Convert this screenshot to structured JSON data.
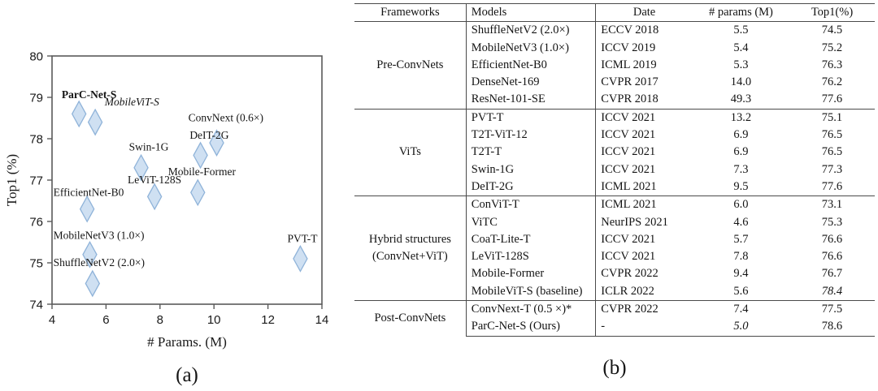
{
  "figure": {
    "panel_a_caption": "(a)",
    "panel_b_caption": "(b)"
  },
  "chart_data": {
    "type": "scatter",
    "title": "",
    "xlabel": "# Params. (M)",
    "ylabel": "Top1 (%)",
    "xlim": [
      4,
      14
    ],
    "ylim": [
      74,
      80
    ],
    "xticks": [
      "4",
      "6",
      "8",
      "10",
      "12",
      "14"
    ],
    "yticks": [
      "74",
      "75",
      "76",
      "77",
      "78",
      "79",
      "80"
    ],
    "grid": false,
    "legend": "none",
    "marker_shape": "diamond",
    "marker_fill": "#cfe0f2",
    "marker_stroke": "#8fb3d9",
    "points": [
      {
        "label": "ParC-Net-S",
        "x": 5.0,
        "y": 78.6,
        "style": "bold",
        "lx": 5.02,
        "ly": 78.98,
        "anchor": "start",
        "ldx": -22
      },
      {
        "label": "MobileViT-S",
        "x": 5.6,
        "y": 78.4,
        "style": "italic",
        "lx": 5.95,
        "ly": 78.8,
        "anchor": "start",
        "ldx": 0
      },
      {
        "label": "ConvNext (0.6×)",
        "x": 10.1,
        "y": 77.9,
        "style": "normal",
        "lx": 9.05,
        "ly": 78.42,
        "anchor": "start",
        "ldx": 0
      },
      {
        "label": "DeIT-2G",
        "x": 9.5,
        "y": 77.6,
        "style": "normal",
        "lx": 9.1,
        "ly": 78.0,
        "anchor": "start",
        "ldx": 0
      },
      {
        "label": "Swin-1G",
        "x": 7.3,
        "y": 77.3,
        "style": "normal",
        "lx": 6.85,
        "ly": 77.72,
        "anchor": "start",
        "ldx": 0
      },
      {
        "label": "Mobile-Former",
        "x": 9.4,
        "y": 76.7,
        "style": "normal",
        "lx": 8.3,
        "ly": 77.12,
        "anchor": "start",
        "ldx": 0
      },
      {
        "label": "LeViT-128S",
        "x": 7.8,
        "y": 76.6,
        "style": "normal",
        "lx": 6.8,
        "ly": 76.92,
        "anchor": "start",
        "ldx": 0
      },
      {
        "label": "EfficientNet-B0",
        "x": 5.3,
        "y": 76.3,
        "style": "normal",
        "lx": 4.05,
        "ly": 76.62,
        "anchor": "start",
        "ldx": 0
      },
      {
        "label": "PVT-T",
        "x": 13.2,
        "y": 75.1,
        "style": "normal",
        "lx": 12.72,
        "ly": 75.5,
        "anchor": "start",
        "ldx": 0
      },
      {
        "label": "MobileNetV3 (1.0×)",
        "x": 5.4,
        "y": 75.2,
        "style": "normal",
        "lx": 4.05,
        "ly": 75.58,
        "anchor": "start",
        "ldx": 0
      },
      {
        "label": "ShuffleNetV2 (2.0×)",
        "x": 5.5,
        "y": 74.5,
        "style": "normal",
        "lx": 4.05,
        "ly": 74.92,
        "anchor": "start",
        "ldx": 0
      }
    ]
  },
  "table": {
    "headers": {
      "frameworks": "Frameworks",
      "models": "Models",
      "date": "Date",
      "params": "# params (M)",
      "top1": "Top1(%)"
    },
    "groups": [
      {
        "name": "Pre-ConvNets",
        "name_line2": "",
        "rows": [
          {
            "model": "ShuffleNetV2 (2.0×)",
            "date": "ECCV 2018",
            "params": "5.5",
            "top1": "74.5",
            "params_style": "normal",
            "top1_style": "normal"
          },
          {
            "model": "MobileNetV3 (1.0×)",
            "date": "ICCV 2019",
            "params": "5.4",
            "top1": "75.2",
            "params_style": "normal",
            "top1_style": "normal"
          },
          {
            "model": "EfficientNet-B0",
            "date": "ICML 2019",
            "params": "5.3",
            "top1": "76.3",
            "params_style": "normal",
            "top1_style": "normal"
          },
          {
            "model": "DenseNet-169",
            "date": "CVPR 2017",
            "params": "14.0",
            "top1": "76.2",
            "params_style": "normal",
            "top1_style": "normal"
          },
          {
            "model": "ResNet-101-SE",
            "date": "CVPR 2018",
            "params": "49.3",
            "top1": "77.6",
            "params_style": "normal",
            "top1_style": "normal"
          }
        ]
      },
      {
        "name": "ViTs",
        "name_line2": "",
        "rows": [
          {
            "model": "PVT-T",
            "date": "ICCV 2021",
            "params": "13.2",
            "top1": "75.1",
            "params_style": "normal",
            "top1_style": "normal"
          },
          {
            "model": "T2T-ViT-12",
            "date": "ICCV 2021",
            "params": "6.9",
            "top1": "76.5",
            "params_style": "normal",
            "top1_style": "normal"
          },
          {
            "model": "T2T-T",
            "date": "ICCV 2021",
            "params": "6.9",
            "top1": "76.5",
            "params_style": "normal",
            "top1_style": "normal"
          },
          {
            "model": "Swin-1G",
            "date": "ICCV 2021",
            "params": "7.3",
            "top1": "77.3",
            "params_style": "normal",
            "top1_style": "normal"
          },
          {
            "model": "DeIT-2G",
            "date": "ICML 2021",
            "params": "9.5",
            "top1": "77.6",
            "params_style": "normal",
            "top1_style": "normal"
          }
        ]
      },
      {
        "name": "Hybrid structures",
        "name_line2": "(ConvNet+ViT)",
        "rows": [
          {
            "model": "ConViT-T",
            "date": "ICML 2021",
            "params": "6.0",
            "top1": "73.1",
            "params_style": "normal",
            "top1_style": "normal"
          },
          {
            "model": "ViTC",
            "date": "NeurIPS 2021",
            "params": "4.6",
            "top1": "75.3",
            "params_style": "bold",
            "top1_style": "normal"
          },
          {
            "model": "CoaT-Lite-T",
            "date": "ICCV 2021",
            "params": "5.7",
            "top1": "76.6",
            "params_style": "normal",
            "top1_style": "normal"
          },
          {
            "model": "LeViT-128S",
            "date": "ICCV 2021",
            "params": "7.8",
            "top1": "76.6",
            "params_style": "normal",
            "top1_style": "normal"
          },
          {
            "model": "Mobile-Former",
            "date": "CVPR 2022",
            "params": "9.4",
            "top1": "76.7",
            "params_style": "normal",
            "top1_style": "normal"
          },
          {
            "model": "MobileViT-S (baseline)",
            "date": "ICLR 2022",
            "params": "5.6",
            "top1": "78.4",
            "params_style": "normal",
            "top1_style": "italic"
          }
        ]
      },
      {
        "name": "Post-ConvNets",
        "name_line2": "",
        "rows": [
          {
            "model": "ConvNext-T (0.5 ×)*",
            "date": "CVPR 2022",
            "params": "7.4",
            "top1": "77.5",
            "params_style": "normal",
            "top1_style": "normal"
          },
          {
            "model": "ParC-Net-S  (Ours)",
            "date": "-",
            "params": "5.0",
            "top1": "78.6",
            "params_style": "italic",
            "top1_style": "bold"
          }
        ]
      }
    ]
  }
}
